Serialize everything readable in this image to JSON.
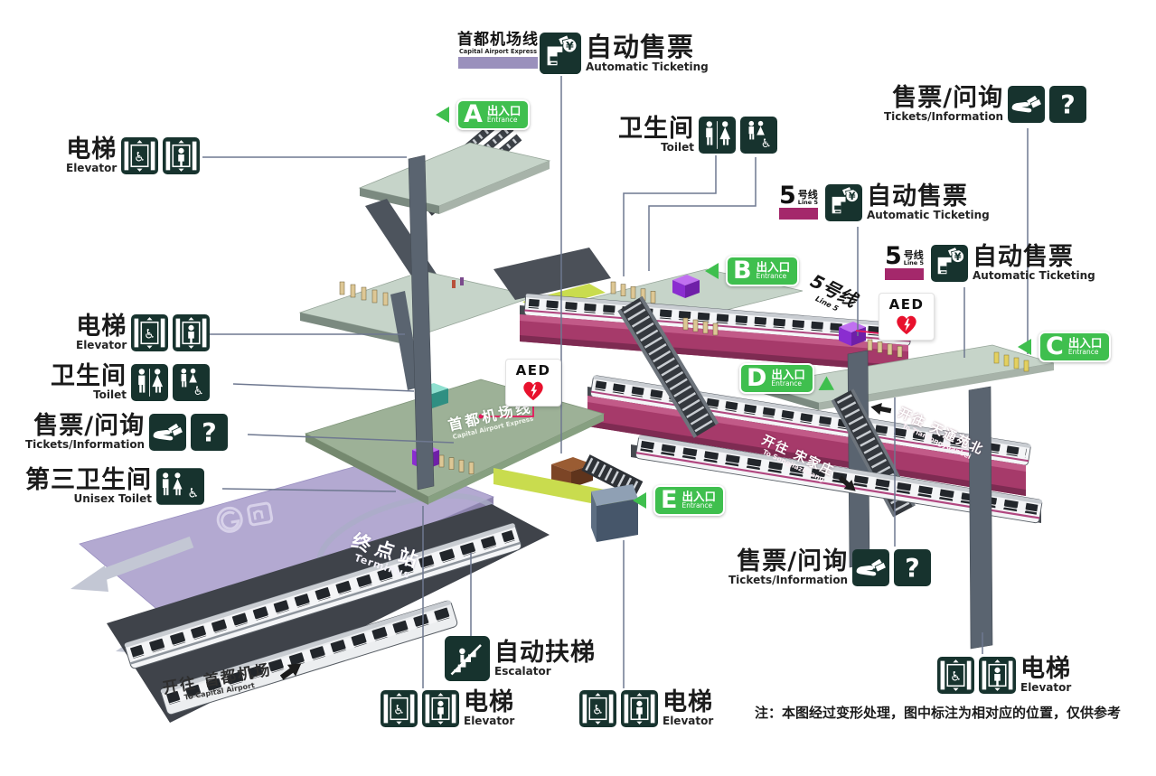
{
  "signs": {
    "elevator": {
      "zh": "电梯",
      "en": "Elevator"
    },
    "toilet": {
      "zh": "卫生间",
      "en": "Toilet"
    },
    "tickets_info": {
      "zh": "售票/问询",
      "en": "Tickets/Information"
    },
    "unisex_toilet": {
      "zh": "第三卫生间",
      "en": "Unisex Toilet"
    },
    "auto_ticketing": {
      "zh": "自动售票",
      "en": "Automatic Ticketing"
    },
    "escalator": {
      "zh": "自动扶梯",
      "en": "Escalator"
    },
    "aed": "AED"
  },
  "lines": {
    "airport_express": {
      "zh": "首都机场线",
      "en": "Capital Airport Express",
      "color": "#9a90bc"
    },
    "line5": {
      "num": "5",
      "suffix": "号线",
      "en": "Line 5",
      "color": "#a4286b"
    }
  },
  "entrances": {
    "a": "A",
    "b": "B",
    "c": "C",
    "d": "D",
    "e": "E",
    "suffix_zh": "出入口",
    "suffix_en": "Entrance",
    "color": "#3fbf4e"
  },
  "floor_texts": {
    "terminus": {
      "zh": "终点站",
      "en": "Terminus"
    },
    "airport_line": {
      "zh": "首都机场线",
      "en": "Capital Airport Express"
    },
    "line5": {
      "zh": "5号线",
      "en": "Line 5"
    },
    "to_capital_airport": {
      "zh": "开往 首都机场",
      "en": "To Capital Airport"
    },
    "to_songjiazhuang": {
      "zh": "开往 宋家庄",
      "en": "To Songjiazhuang"
    },
    "to_tiantongyuanbei": {
      "zh": "开往 天通苑北",
      "en": "To Tiantongyuanbei"
    }
  },
  "icons": {
    "question": "?",
    "yen": "¥",
    "wheelchair": "♿"
  },
  "colors": {
    "entrance_green": "#3fbf4e",
    "icon_dark": "#17332e",
    "line5_platform": "#a63a6a",
    "airport_platform": "#b3a9d1",
    "aed_red": "#e8112d"
  },
  "note": "注：本图经过变形处理，图中标注为相对应的位置，仅供参考"
}
